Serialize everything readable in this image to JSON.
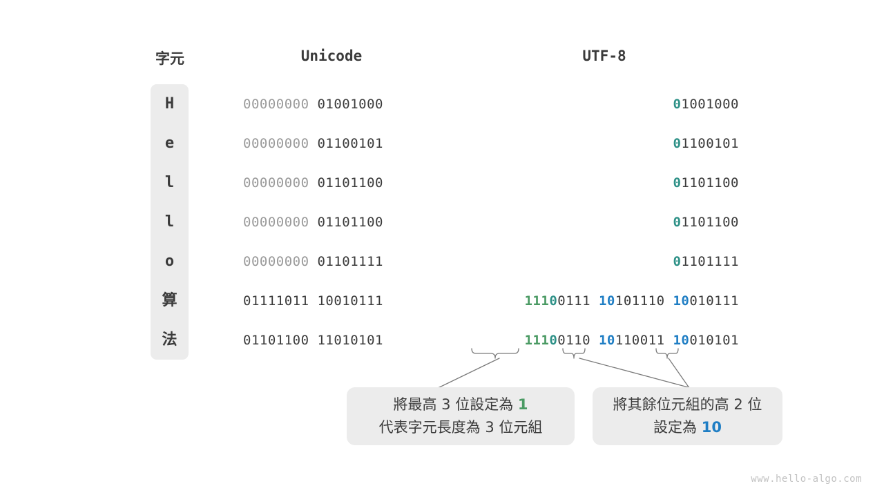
{
  "headers": {
    "character": "字元",
    "unicode": "Unicode",
    "utf8": "UTF-8"
  },
  "colors": {
    "lead_green": "#4a9a63",
    "zero_teal": "#2e9187",
    "continuation_blue": "#1f7ec4",
    "plain_dark": "#3b3b3b",
    "padding_gray": "#9a9a9a",
    "plate_gray": "#ececec",
    "background": "#ffffff",
    "watermark_gray": "#c2c2c2"
  },
  "rows": [
    {
      "char": "H",
      "is_cjk": false,
      "unicode_segments": [
        {
          "text": "00000000",
          "style": "pad"
        },
        {
          "text": " ",
          "style": "plain"
        },
        {
          "text": "01001000",
          "style": "plain"
        }
      ],
      "utf8_segments": [
        {
          "text": "0",
          "style": "zero"
        },
        {
          "text": "1001000",
          "style": "plain"
        }
      ]
    },
    {
      "char": "e",
      "is_cjk": false,
      "unicode_segments": [
        {
          "text": "00000000",
          "style": "pad"
        },
        {
          "text": " ",
          "style": "plain"
        },
        {
          "text": "01100101",
          "style": "plain"
        }
      ],
      "utf8_segments": [
        {
          "text": "0",
          "style": "zero"
        },
        {
          "text": "1100101",
          "style": "plain"
        }
      ]
    },
    {
      "char": "l",
      "is_cjk": false,
      "unicode_segments": [
        {
          "text": "00000000",
          "style": "pad"
        },
        {
          "text": " ",
          "style": "plain"
        },
        {
          "text": "01101100",
          "style": "plain"
        }
      ],
      "utf8_segments": [
        {
          "text": "0",
          "style": "zero"
        },
        {
          "text": "1101100",
          "style": "plain"
        }
      ]
    },
    {
      "char": "l",
      "is_cjk": false,
      "unicode_segments": [
        {
          "text": "00000000",
          "style": "pad"
        },
        {
          "text": " ",
          "style": "plain"
        },
        {
          "text": "01101100",
          "style": "plain"
        }
      ],
      "utf8_segments": [
        {
          "text": "0",
          "style": "zero"
        },
        {
          "text": "1101100",
          "style": "plain"
        }
      ]
    },
    {
      "char": "o",
      "is_cjk": false,
      "unicode_segments": [
        {
          "text": "00000000",
          "style": "pad"
        },
        {
          "text": " ",
          "style": "plain"
        },
        {
          "text": "01101111",
          "style": "plain"
        }
      ],
      "utf8_segments": [
        {
          "text": "0",
          "style": "zero"
        },
        {
          "text": "1101111",
          "style": "plain"
        }
      ]
    },
    {
      "char": "算",
      "is_cjk": true,
      "unicode_segments": [
        {
          "text": "01111011",
          "style": "plain"
        },
        {
          "text": " ",
          "style": "plain"
        },
        {
          "text": "10010111",
          "style": "plain"
        }
      ],
      "utf8_segments": [
        {
          "text": "111",
          "style": "lead"
        },
        {
          "text": "0",
          "style": "zero"
        },
        {
          "text": "0111",
          "style": "plain"
        },
        {
          "text": " ",
          "style": "plain"
        },
        {
          "text": "10",
          "style": "cont"
        },
        {
          "text": "101110",
          "style": "plain"
        },
        {
          "text": " ",
          "style": "plain"
        },
        {
          "text": "10",
          "style": "cont"
        },
        {
          "text": "010111",
          "style": "plain"
        }
      ]
    },
    {
      "char": "法",
      "is_cjk": true,
      "unicode_segments": [
        {
          "text": "01101100",
          "style": "plain"
        },
        {
          "text": " ",
          "style": "plain"
        },
        {
          "text": "11010101",
          "style": "plain"
        }
      ],
      "utf8_segments": [
        {
          "text": "111",
          "style": "lead"
        },
        {
          "text": "0",
          "style": "zero"
        },
        {
          "text": "0110",
          "style": "plain"
        },
        {
          "text": " ",
          "style": "plain"
        },
        {
          "text": "10",
          "style": "cont"
        },
        {
          "text": "110011",
          "style": "plain"
        },
        {
          "text": " ",
          "style": "plain"
        },
        {
          "text": "10",
          "style": "cont"
        },
        {
          "text": "010101",
          "style": "plain"
        }
      ]
    }
  ],
  "callouts": [
    {
      "id": "callout-leading-bits",
      "lines": [
        [
          {
            "text": "將最高 3 位設定為 ",
            "style": "plain"
          },
          {
            "text": "1",
            "style": "green"
          }
        ],
        [
          {
            "text": "代表字元長度為 3 位元組",
            "style": "plain"
          }
        ]
      ]
    },
    {
      "id": "callout-continuation-bits",
      "lines": [
        [
          {
            "text": "將其餘位元組的高 2 位",
            "style": "plain"
          }
        ],
        [
          {
            "text": "設定為 ",
            "style": "plain"
          },
          {
            "text": "10",
            "style": "blue"
          }
        ]
      ]
    }
  ],
  "watermark": "www.hello-algo.com"
}
